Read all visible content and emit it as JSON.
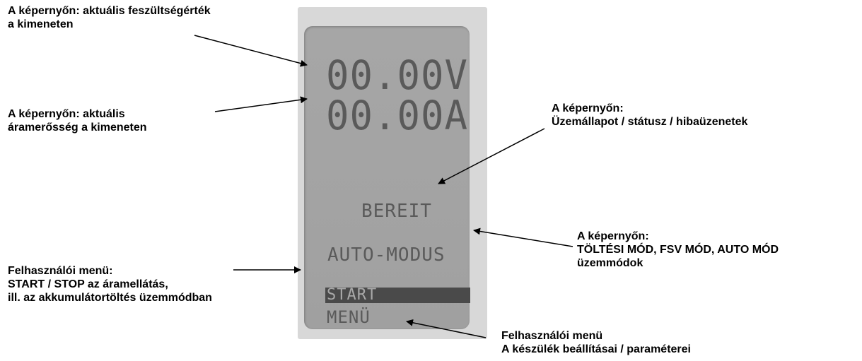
{
  "callouts": {
    "voltage": {
      "line1": "A képernyőn: aktuális feszültségérték",
      "line2": "a kimeneten"
    },
    "current": {
      "line1": "A képernyőn: aktuális",
      "line2": "áramerősség a kimeneten"
    },
    "status": {
      "line1": "A képernyőn:",
      "line2": "Üzemállapot / státusz / hibaüzenetek"
    },
    "mode": {
      "line1": "A képernyőn:",
      "line2": "TÖLTÉSI MÓD, FSV MÓD, AUTO MÓD",
      "line3": "üzemmódok"
    },
    "start": {
      "line1": "Felhasználói menü:",
      "line2": "START / STOP az áramellátás,",
      "line3": "ill. az akkumulátortöltés üzemmódban"
    },
    "menu": {
      "line1": "Felhasználói menü",
      "line2": "A készülék beállításai / paraméterei"
    }
  },
  "display": {
    "voltage": "00.00V",
    "current": "00.00A",
    "status": "BEREIT",
    "mode": "AUTO-MODUS",
    "menu_start": "START",
    "menu_menu": "MENÜ"
  }
}
